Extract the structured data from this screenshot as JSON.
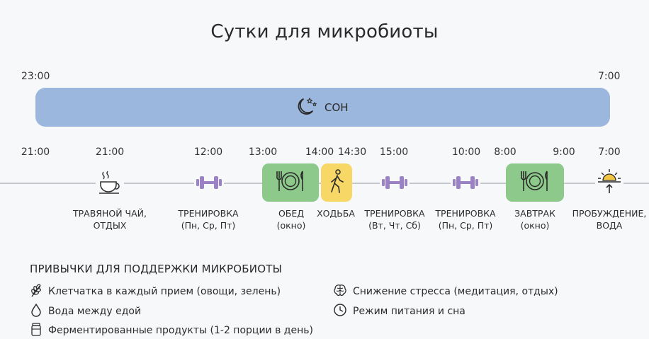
{
  "title": "Сутки для микробиоты",
  "sleep": {
    "start": "23:00",
    "end": "7:00",
    "label": "СОН",
    "color": "#9bb7dd"
  },
  "times": [
    "21:00",
    "21:00",
    "12:00",
    "13:00",
    "14:00",
    "14:30",
    "15:00",
    "10:00",
    "8:00",
    "9:00",
    "7:00"
  ],
  "events": [
    {
      "line1": "ТРАВЯНОЙ ЧАЙ,",
      "line2": "ОТДЫХ",
      "icon": "tea-cup-icon"
    },
    {
      "line1": "ТРЕНИРОВКА",
      "line2": "(Пн, Ср, Пт)",
      "icon": "dumbbell-icon"
    },
    {
      "line1": "ОБЕД",
      "line2": "(окно)",
      "icon": "plate-icon"
    },
    {
      "line1": "ХОДЬБА",
      "line2": "",
      "icon": "walking-icon"
    },
    {
      "line1": "ТРЕНИРОВКА",
      "line2": "(Вт, Чт, Сб)",
      "icon": "dumbbell-icon"
    },
    {
      "line1": "ТРЕНИРОВКА",
      "line2": "(Пн, Ср, Пт)",
      "icon": "dumbbell-icon"
    },
    {
      "line1": "ЗАВТРАК",
      "line2": "(окно)",
      "icon": "plate-icon"
    },
    {
      "line1": "ПРОБУЖДЕНИЕ,",
      "line2": "ВОДА",
      "icon": "sunrise-icon"
    }
  ],
  "colors": {
    "meal_window": "#8cc98a",
    "walk": "#f7d867",
    "dumbbell": "#9a82c4",
    "timeline": "#c3c7cc"
  },
  "habits": {
    "title": "ПРИВЫЧКИ ДЛЯ ПОДДЕРЖКИ МИКРОБИОТЫ",
    "items": [
      {
        "text": "Клетчатка в каждый прием (овощи, зелень)",
        "icon": "wheat-icon"
      },
      {
        "text": "Вода между едой",
        "icon": "water-drop-icon"
      },
      {
        "text": "Ферментированные продукты (1-2 порции в день)",
        "icon": "jar-icon"
      },
      {
        "text": "Снижение стресса (медитация, отдых)",
        "icon": "brain-icon"
      },
      {
        "text": "Режим питания и сна",
        "icon": "clock-icon"
      }
    ]
  }
}
